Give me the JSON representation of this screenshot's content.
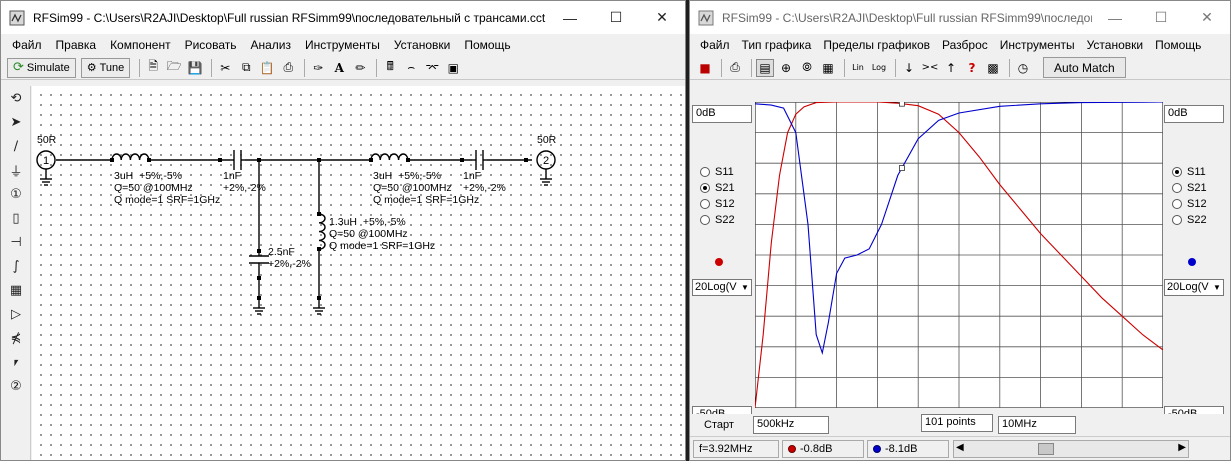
{
  "left_window": {
    "title": "RFSim99 - C:\\Users\\R2AJI\\Desktop\\Full russian RFSimm99\\последовательный с трансами.cct",
    "menu": [
      "Файл",
      "Правка",
      "Компонент",
      "Рисовать",
      "Анализ",
      "Инструменты",
      "Установки",
      "Помощь"
    ],
    "toolbar": {
      "simulate_label": "Simulate",
      "tune_label": "Tune"
    },
    "schematic": {
      "port1_label": "50R",
      "port1_number": "1",
      "port2_label": "50R",
      "port2_number": "2",
      "l1_text": "3uH  +5%,-5%\nQ=50 @100MHz\nQ mode=1 SRF=1GHz",
      "c1_text": "1nF\n+2%,-2%",
      "c2_text": "2.5nF\n+2%,-2%",
      "l2_text": "1.3uH  +5%,-5%\nQ=50 @100MHz\nQ mode=1 SRF=1GHz",
      "l3_text": "3uH  +5%,-5%\nQ=50 @100MHz\nQ mode=1 SRF=1GHz",
      "c3_text": "1nF\n+2%,-2%"
    }
  },
  "right_window": {
    "title": "RFSim99 - C:\\Users\\R2AJI\\Desktop\\Full russian RFSimm99\\последов...",
    "menu": [
      "Файл",
      "Тип графика",
      "Пределы графиков",
      "Разброс",
      "Инструменты",
      "Установки",
      "Помощь"
    ],
    "auto_match_label": "Auto Match",
    "left_top_field": "0dB",
    "right_top_field": "0dB",
    "left_radios": [
      {
        "label": "S11",
        "selected": false
      },
      {
        "label": "S21",
        "selected": true
      },
      {
        "label": "S12",
        "selected": false
      },
      {
        "label": "S22",
        "selected": false
      }
    ],
    "right_radios": [
      {
        "label": "S11",
        "selected": true
      },
      {
        "label": "S21",
        "selected": false
      },
      {
        "label": "S12",
        "selected": false
      },
      {
        "label": "S22",
        "selected": false
      }
    ],
    "left_color": "#cc0000",
    "right_color": "#0000cc",
    "left_scale": "20Log(V",
    "right_scale": "20Log(V",
    "left_bottom_field": "-50dB",
    "right_bottom_field": "-50dB",
    "start_label": "Старт",
    "start_value": "500kHz",
    "points_value": "101 points",
    "stop_value": "10MHz",
    "status": {
      "freq": "f=3.92MHz",
      "s21_value": "-0.8dB",
      "s11_value": "-8.1dB"
    }
  },
  "chart_data": {
    "type": "line",
    "x_range": [
      "500kHz",
      "10MHz"
    ],
    "ylim": [
      -50,
      0
    ],
    "y_unit": "dB",
    "grid": true,
    "cursor_x": "3.92MHz",
    "series": [
      {
        "name": "S21",
        "color": "#cc0000",
        "points": [
          [
            0.0,
            -50
          ],
          [
            0.02,
            -38
          ],
          [
            0.04,
            -23
          ],
          [
            0.06,
            -12
          ],
          [
            0.08,
            -5
          ],
          [
            0.1,
            -2
          ],
          [
            0.12,
            -0.8
          ],
          [
            0.15,
            -0.1
          ],
          [
            0.2,
            0
          ],
          [
            0.3,
            0
          ],
          [
            0.35,
            -0.2
          ],
          [
            0.4,
            -0.6
          ],
          [
            0.45,
            -2
          ],
          [
            0.5,
            -5
          ],
          [
            0.55,
            -9
          ],
          [
            0.6,
            -13.5
          ],
          [
            0.65,
            -17.5
          ],
          [
            0.7,
            -21.5
          ],
          [
            0.75,
            -25
          ],
          [
            0.8,
            -28.5
          ],
          [
            0.85,
            -32
          ],
          [
            0.9,
            -35
          ],
          [
            0.95,
            -38
          ],
          [
            1.0,
            -40.5
          ]
        ]
      },
      {
        "name": "S11",
        "color": "#0000cc",
        "points": [
          [
            0.0,
            -0.3
          ],
          [
            0.04,
            -0.5
          ],
          [
            0.07,
            -1
          ],
          [
            0.1,
            -5
          ],
          [
            0.13,
            -20
          ],
          [
            0.15,
            -38
          ],
          [
            0.165,
            -41
          ],
          [
            0.18,
            -36
          ],
          [
            0.2,
            -28
          ],
          [
            0.22,
            -25.5
          ],
          [
            0.25,
            -25
          ],
          [
            0.28,
            -24
          ],
          [
            0.31,
            -20
          ],
          [
            0.35,
            -12
          ],
          [
            0.4,
            -6
          ],
          [
            0.45,
            -3
          ],
          [
            0.5,
            -1.8
          ],
          [
            0.6,
            -0.7
          ],
          [
            0.7,
            -0.3
          ],
          [
            0.8,
            -0.1
          ],
          [
            1.0,
            0
          ]
        ]
      }
    ]
  }
}
